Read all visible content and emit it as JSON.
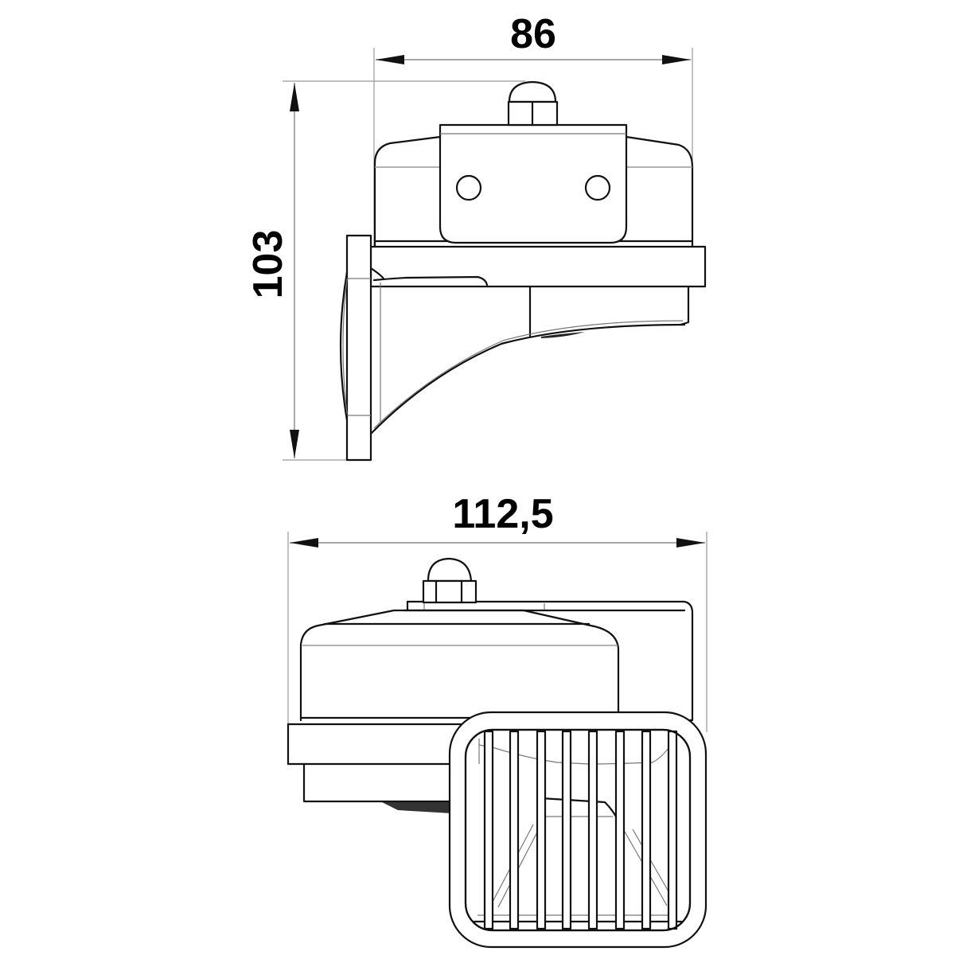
{
  "drawing": {
    "subject": "electric horn technical drawing",
    "views": [
      {
        "name": "side view",
        "dimensions": {
          "width": "86",
          "height": "103"
        }
      },
      {
        "name": "front view",
        "dimensions": {
          "width": "112,5"
        }
      }
    ]
  },
  "dimensions": {
    "side_width": "86",
    "side_height": "103",
    "front_width": "112,5"
  },
  "colors": {
    "line": "#111111",
    "dimension_line": "#888888",
    "background": "#ffffff"
  }
}
